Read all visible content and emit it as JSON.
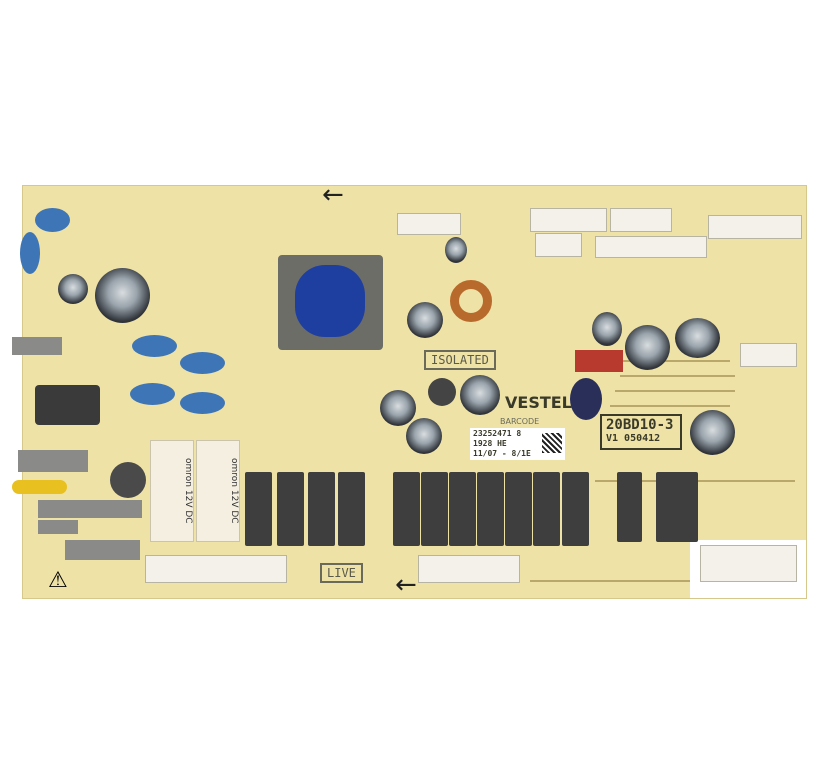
{
  "board": {
    "brand": "VESTEL",
    "model": "20BD10-3",
    "version": "V1 050412",
    "isolated_label": "ISOLATED",
    "live_label": "LIVE",
    "barcode_label": "BARCODE",
    "sticker": {
      "line1": "23252471 8",
      "line2": "1928 HE",
      "line3": "11/07 - 8/1E"
    },
    "relays": [
      {
        "brand": "omron",
        "rating": "12V DC"
      },
      {
        "brand": "omron",
        "rating": "12V DC"
      }
    ],
    "colors": {
      "pcb": "#eee2a6",
      "relay": "#3e3e3e",
      "capacitor_blue": "#3e75b6",
      "connector_red": "#b83a2e"
    }
  }
}
